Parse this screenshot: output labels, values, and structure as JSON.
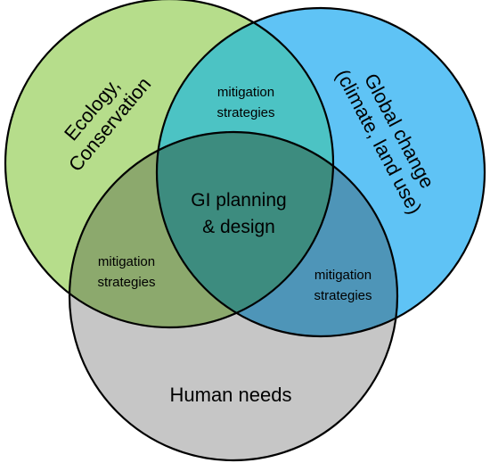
{
  "colors": {
    "ecology_fill": "#b6dd8b",
    "global_fill": "#5fc3f5",
    "human_fill": "#c6c6c6",
    "eco_global_overlap": "#4cc3c4",
    "eco_human_overlap": "#8ca96d",
    "global_human_overlap": "#4e95b8",
    "center_overlap": "#3d8c7f",
    "outline": "#000000"
  },
  "circles": {
    "ecology": {
      "label_line1": "Ecology,",
      "label_line2": "Conservation"
    },
    "global_change": {
      "label_line1": "Global change",
      "label_line2": "(climate, land use)"
    },
    "human_needs": {
      "label": "Human needs"
    }
  },
  "intersections": {
    "ecology_global": {
      "line1": "mitigation",
      "line2": "strategies"
    },
    "ecology_human": {
      "line1": "mitigation",
      "line2": "strategies"
    },
    "global_human": {
      "line1": "mitigation",
      "line2": "strategies"
    },
    "center": {
      "line1": "GI planning",
      "line2": "& design"
    }
  }
}
